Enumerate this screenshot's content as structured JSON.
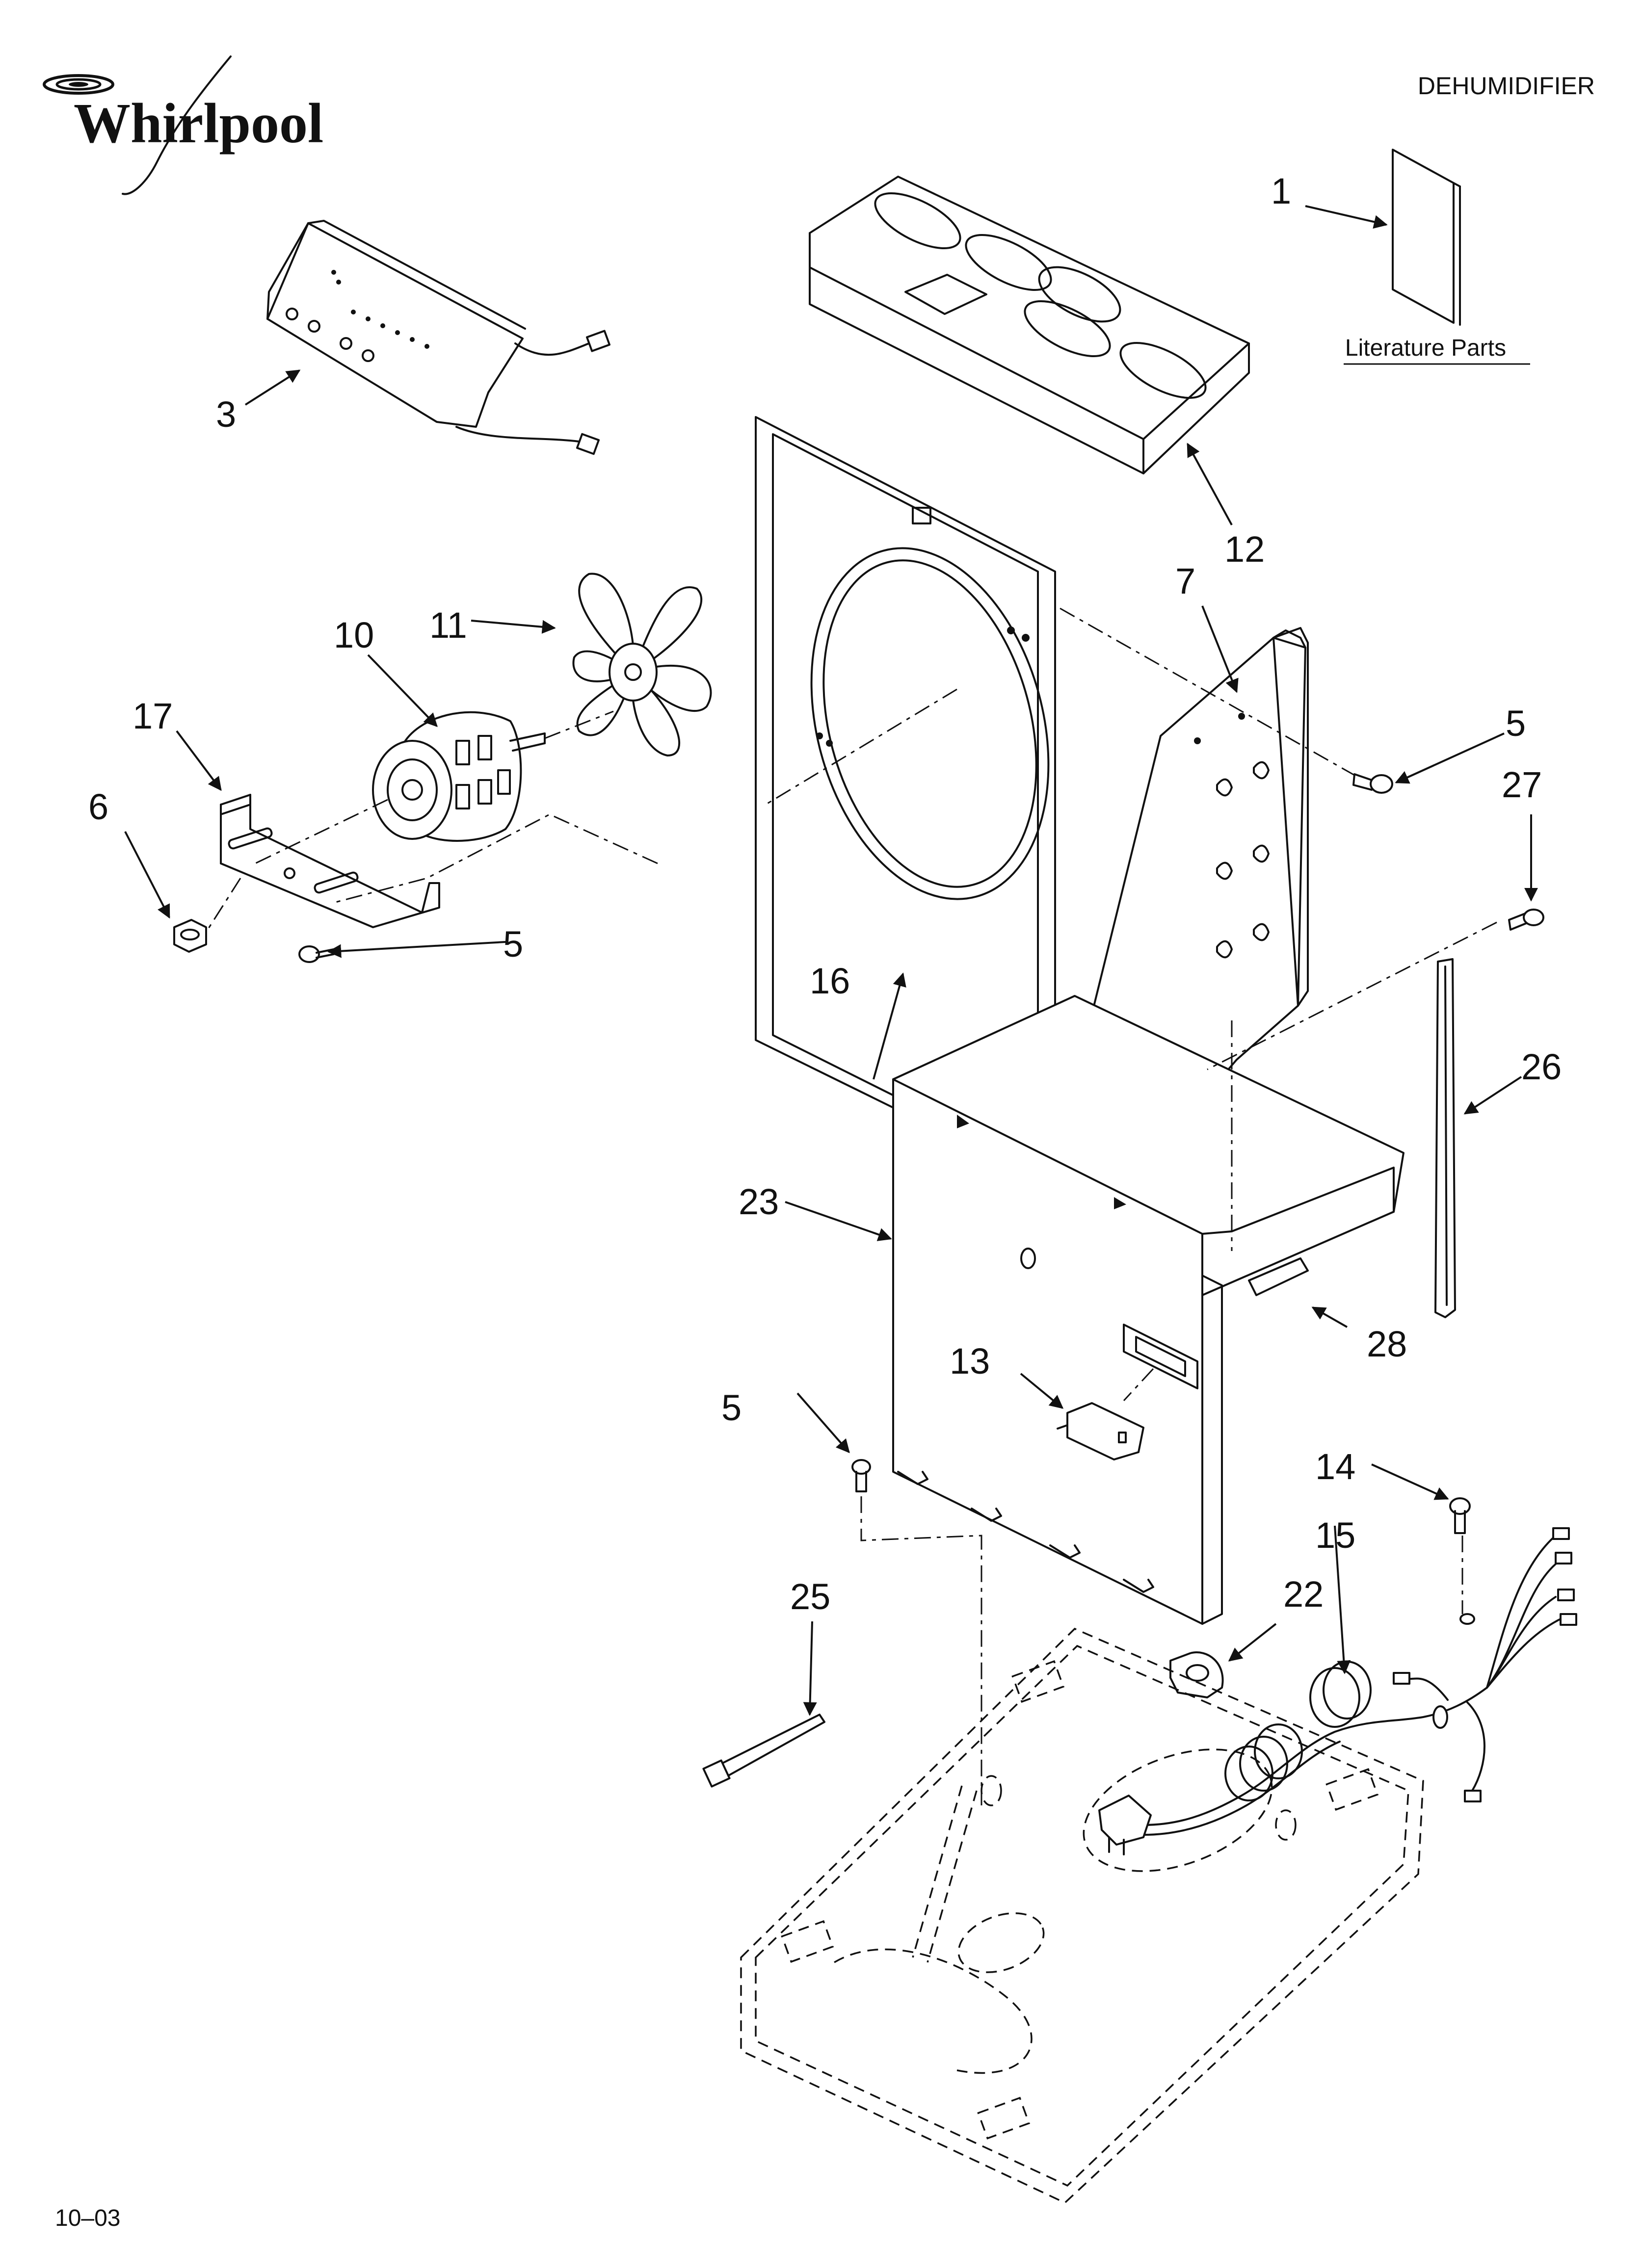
{
  "header": {
    "brand": "Whirlpool",
    "product": "DEHUMIDIFIER"
  },
  "literature": {
    "label": "Literature Parts"
  },
  "footer": {
    "date_code": "10–03"
  },
  "callouts": {
    "c1": "1",
    "c3": "3",
    "c5a": "5",
    "c5b": "5",
    "c5c": "5",
    "c6": "6",
    "c7": "7",
    "c10": "10",
    "c11": "11",
    "c12": "12",
    "c13": "13",
    "c14": "14",
    "c15": "15",
    "c16": "16",
    "c17": "17",
    "c22": "22",
    "c23": "23",
    "c25": "25",
    "c26": "26",
    "c27": "27",
    "c28": "28"
  }
}
